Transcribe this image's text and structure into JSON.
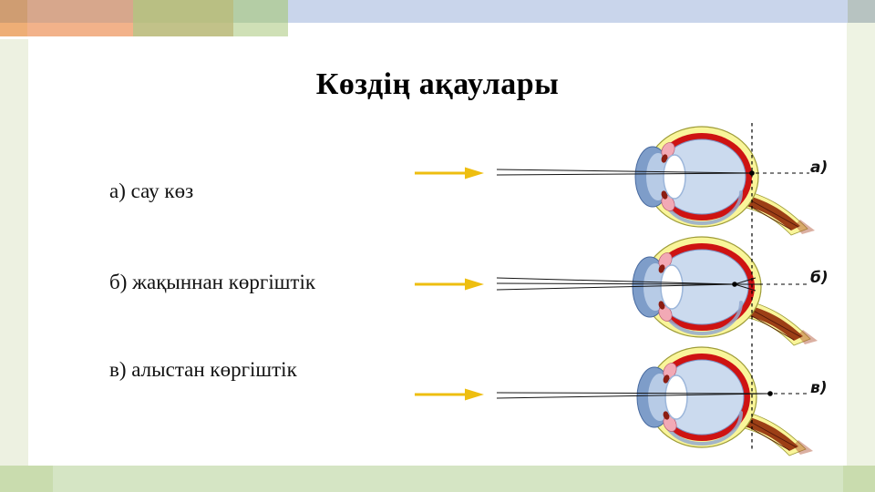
{
  "slide": {
    "title": "Көздің ақаулары",
    "items": [
      {
        "id": "a",
        "text": "а) сау көз"
      },
      {
        "id": "b",
        "text": "б) жақыннан көргіштік"
      },
      {
        "id": "c",
        "text": "в) алыстан көргіштік"
      }
    ],
    "diagram": {
      "rows": [
        {
          "id": "a",
          "label": "а)",
          "eye": "healthy",
          "focus": "on-retina"
        },
        {
          "id": "b",
          "label": "б)",
          "eye": "myopia",
          "focus": "before-retina"
        },
        {
          "id": "c",
          "label": "в)",
          "eye": "hyperopia",
          "focus": "behind-retina"
        }
      ],
      "colors": {
        "arrow": "#EEBE10",
        "sclera": "#F9F59A",
        "sclera_outline": "#9E9C38",
        "choroid": "#CE1312",
        "vitreous": "#CBDAEE",
        "vitreous_edge": "#7E95C6",
        "retina_shade": "#94A9CF",
        "cornea": "#7E9DC9",
        "cornea_edge": "#47699F",
        "cornea_inner": "#B7CBE6",
        "lens": "#FFFFFF",
        "lens_edge": "#9CB6DA",
        "ciliary": "#F2A9B5",
        "ciliary_edge": "#B2506B",
        "ciliary_dot": "#8C1D12",
        "nerve": "#9C3F16",
        "nerve_dark": "#54180A",
        "nerve_fade": "#B05030",
        "ray": "#141414"
      }
    }
  }
}
